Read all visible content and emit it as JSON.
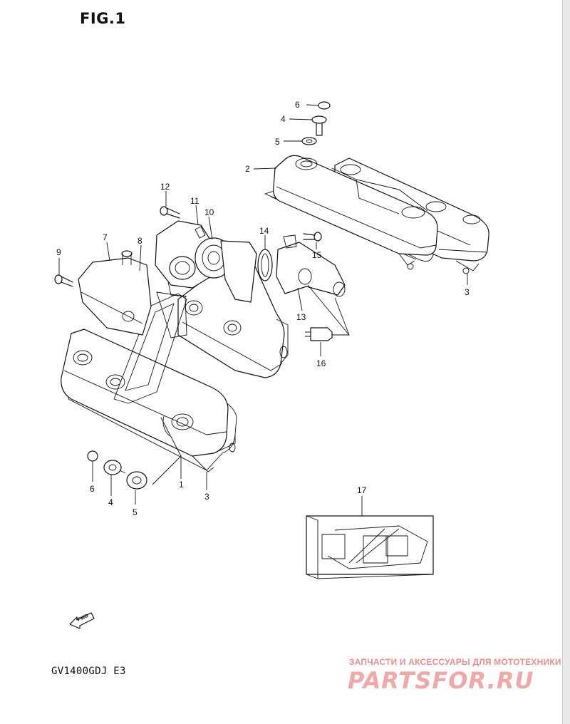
{
  "figure": {
    "title": "FIG.1",
    "model": "GV1400GDJ  E3"
  },
  "watermark": {
    "tagline": "ЗАПЧАСТИ И АКСЕССУАРЫ ДЛЯ МОТОТЕХНИКИ",
    "logo": "PARTSFOR.RU"
  },
  "fwd_marker": "FWD",
  "callouts": [
    {
      "id": "c6a",
      "label": "6"
    },
    {
      "id": "c4a",
      "label": "4"
    },
    {
      "id": "c5a",
      "label": "5"
    },
    {
      "id": "c2",
      "label": "2"
    },
    {
      "id": "c12",
      "label": "12"
    },
    {
      "id": "c11",
      "label": "11"
    },
    {
      "id": "c10",
      "label": "10"
    },
    {
      "id": "c14",
      "label": "14"
    },
    {
      "id": "c7",
      "label": "7"
    },
    {
      "id": "c8",
      "label": "8"
    },
    {
      "id": "c9",
      "label": "9"
    },
    {
      "id": "c15",
      "label": "15"
    },
    {
      "id": "c3a",
      "label": "3"
    },
    {
      "id": "c13",
      "label": "13"
    },
    {
      "id": "c16",
      "label": "16"
    },
    {
      "id": "c6b",
      "label": "6"
    },
    {
      "id": "c4b",
      "label": "4"
    },
    {
      "id": "c5b",
      "label": "5"
    },
    {
      "id": "c1",
      "label": "1"
    },
    {
      "id": "c3b",
      "label": "3"
    },
    {
      "id": "c17",
      "label": "17"
    }
  ],
  "colors": {
    "line": "#111111",
    "watermark": "#f0a9a9"
  }
}
